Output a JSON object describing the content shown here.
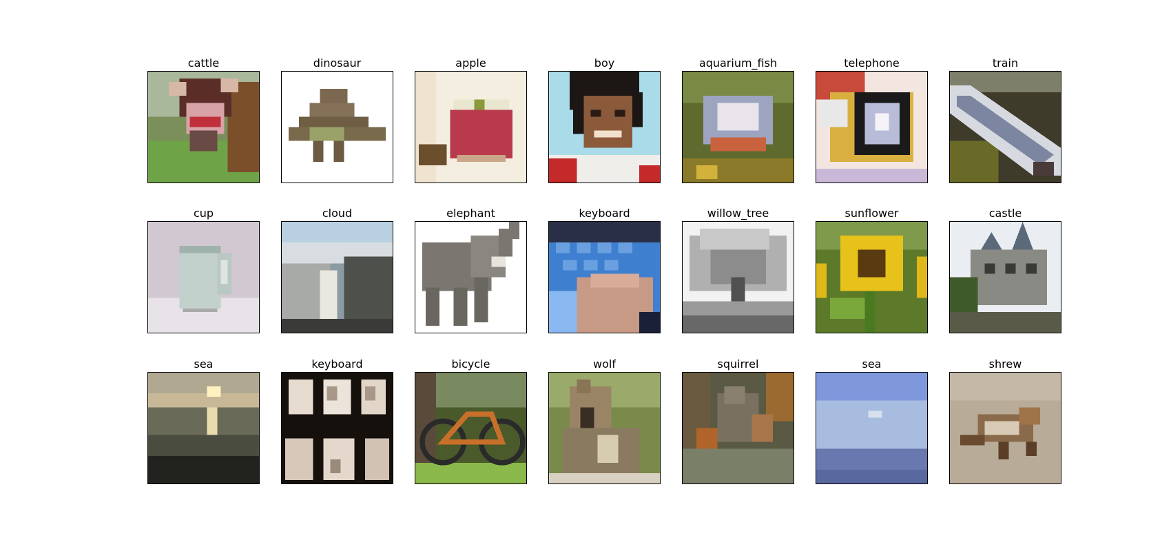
{
  "figure": {
    "rows": [
      [
        {
          "label": "cattle",
          "scene": "cattle"
        },
        {
          "label": "dinosaur",
          "scene": "dinosaur"
        },
        {
          "label": "apple",
          "scene": "apple"
        },
        {
          "label": "boy",
          "scene": "boy"
        },
        {
          "label": "aquarium_fish",
          "scene": "aquarium_fish"
        },
        {
          "label": "telephone",
          "scene": "telephone"
        },
        {
          "label": "train",
          "scene": "train"
        }
      ],
      [
        {
          "label": "cup",
          "scene": "cup"
        },
        {
          "label": "cloud",
          "scene": "cloud"
        },
        {
          "label": "elephant",
          "scene": "elephant"
        },
        {
          "label": "keyboard",
          "scene": "keyboard_hand"
        },
        {
          "label": "willow_tree",
          "scene": "willow_tree"
        },
        {
          "label": "sunflower",
          "scene": "sunflower"
        },
        {
          "label": "castle",
          "scene": "castle"
        }
      ],
      [
        {
          "label": "sea",
          "scene": "sea_sunset"
        },
        {
          "label": "keyboard",
          "scene": "keyboard_keys"
        },
        {
          "label": "bicycle",
          "scene": "bicycle"
        },
        {
          "label": "wolf",
          "scene": "wolf"
        },
        {
          "label": "squirrel",
          "scene": "squirrel"
        },
        {
          "label": "sea",
          "scene": "sea_blue"
        },
        {
          "label": "shrew",
          "scene": "shrew"
        }
      ]
    ]
  }
}
